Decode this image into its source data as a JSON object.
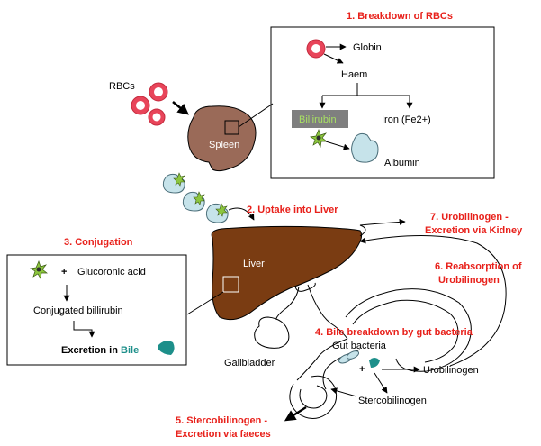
{
  "steps": {
    "s1": "1. Breakdown of RBCs",
    "s2": "2. Uptake into Liver",
    "s3": "3. Conjugation",
    "s4": "4. Bile breakdown by gut bacteria",
    "s5_line1": "5. Stercobilinogen -",
    "s5_line2": "Excretion via faeces",
    "s6_line1": "6. Reabsorption of",
    "s6_line2": "Urobilinogen",
    "s7_line1": "7. Urobilinogen -",
    "s7_line2": "Excretion via Kidney"
  },
  "labels": {
    "rbcs": "RBCs",
    "spleen": "Spleen",
    "liver": "Liver",
    "gallbladder": "Gallbladder",
    "gut_bacteria": "Gut bacteria",
    "urobilinogen": "Urobilinogen",
    "stercobilinogen": "Stercobilinogen"
  },
  "breakdown_box": {
    "globin": "Globin",
    "haem": "Haem",
    "billirubin": "Billirubin",
    "iron": "Iron (Fe2+)",
    "albumin": "Albumin"
  },
  "conjugation_box": {
    "plus": "+",
    "glucoronic_acid": "Glucoronic acid",
    "conjugated": "Conjugated billirubin",
    "excretion_prefix": "Excretion in ",
    "excretion_bile": "Bile"
  },
  "colors": {
    "step_red": "#e8211b",
    "liver_brown": "#7a3c12",
    "spleen_brown": "#9a6a58",
    "rbc_red": "#e8455a",
    "albumin_blue": "#c6e3ea",
    "bilirubin_star": "#8cc63e",
    "bile_teal": "#1d8f8a",
    "billirubin_box": "#7f7f7f",
    "billirubin_text": "#a8e063"
  }
}
